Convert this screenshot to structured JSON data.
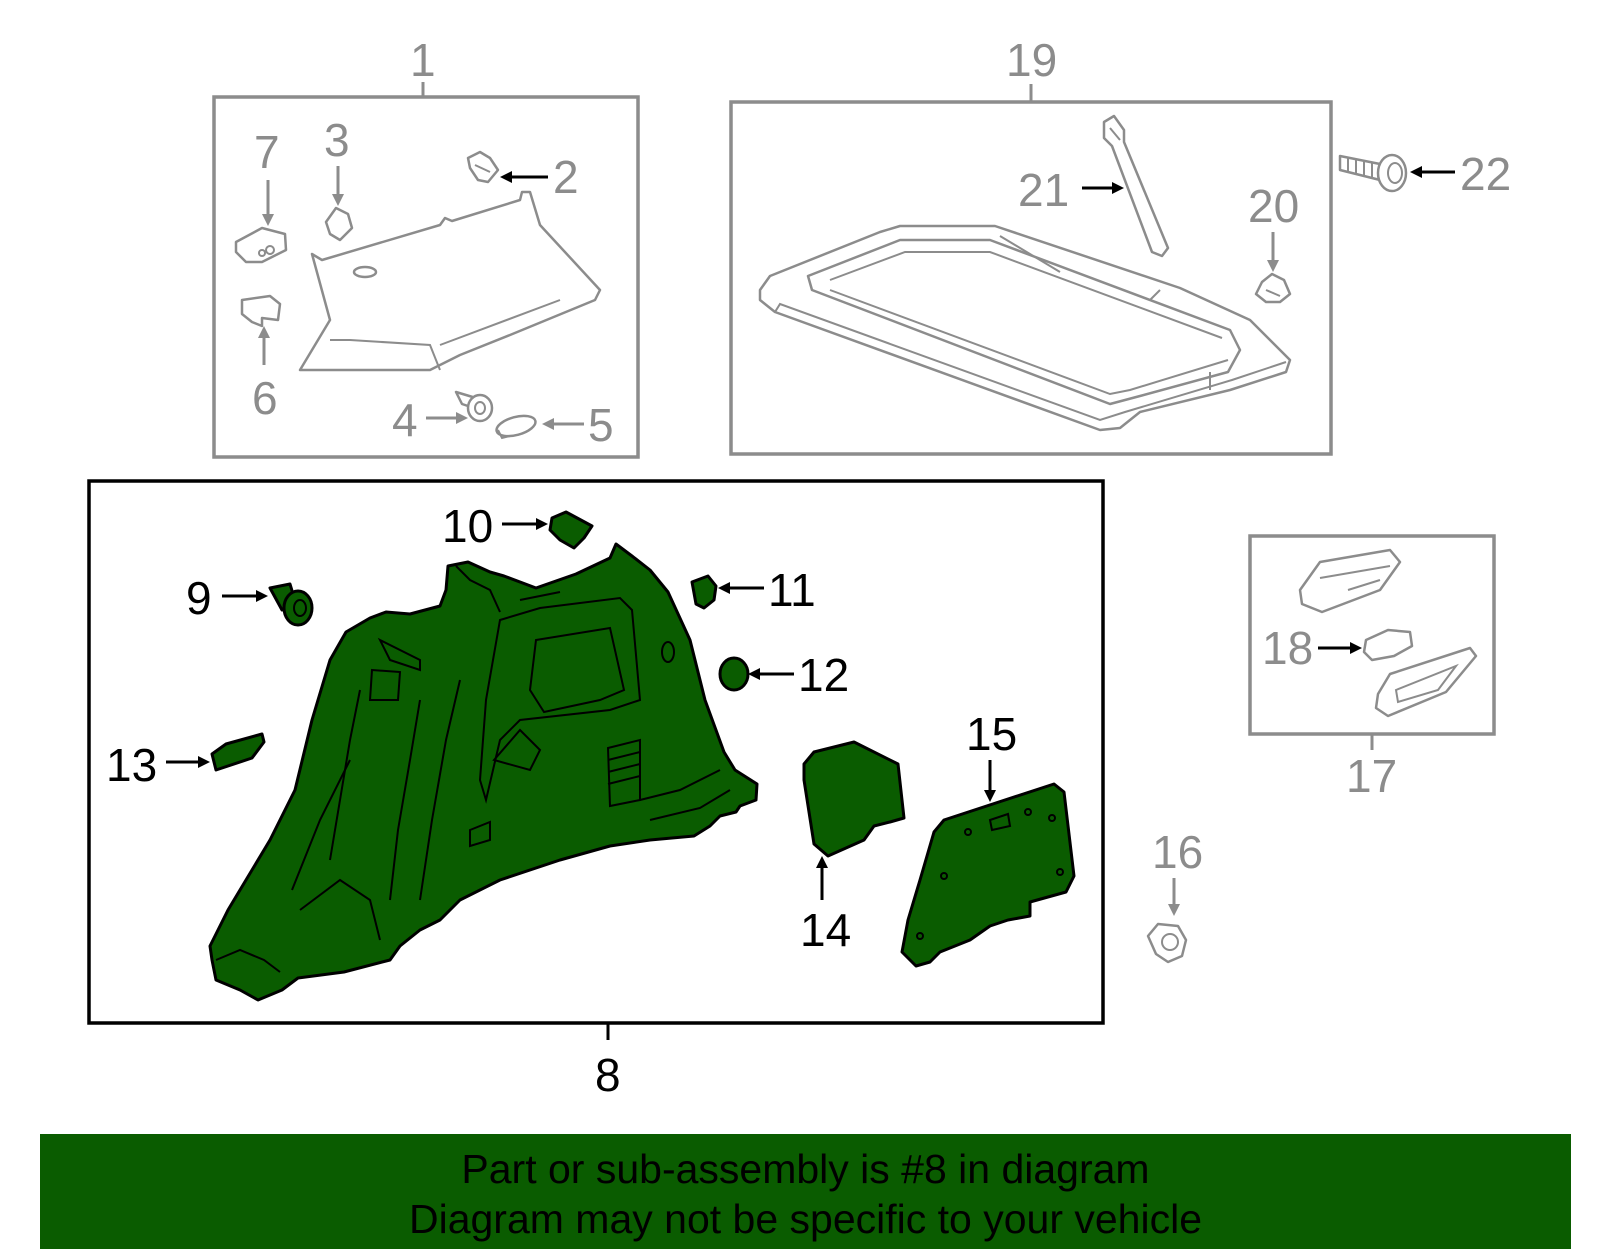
{
  "colors": {
    "accent_green": "#0a5c00",
    "callout_gray": "#8c8c8c",
    "callout_black": "#000000",
    "background": "#ffffff"
  },
  "callouts": {
    "c1": "1",
    "c2": "2",
    "c3": "3",
    "c4": "4",
    "c5": "5",
    "c6": "6",
    "c7": "7",
    "c8": "8",
    "c9": "9",
    "c10": "10",
    "c11": "11",
    "c12": "12",
    "c13": "13",
    "c14": "14",
    "c15": "15",
    "c16": "16",
    "c17": "17",
    "c18": "18",
    "c19": "19",
    "c20": "20",
    "c21": "21",
    "c22": "22"
  },
  "highlighted_part": "8",
  "banner": {
    "line1": "Part or sub-assembly is #8 in diagram",
    "line2": "Diagram may not be specific to your vehicle"
  }
}
